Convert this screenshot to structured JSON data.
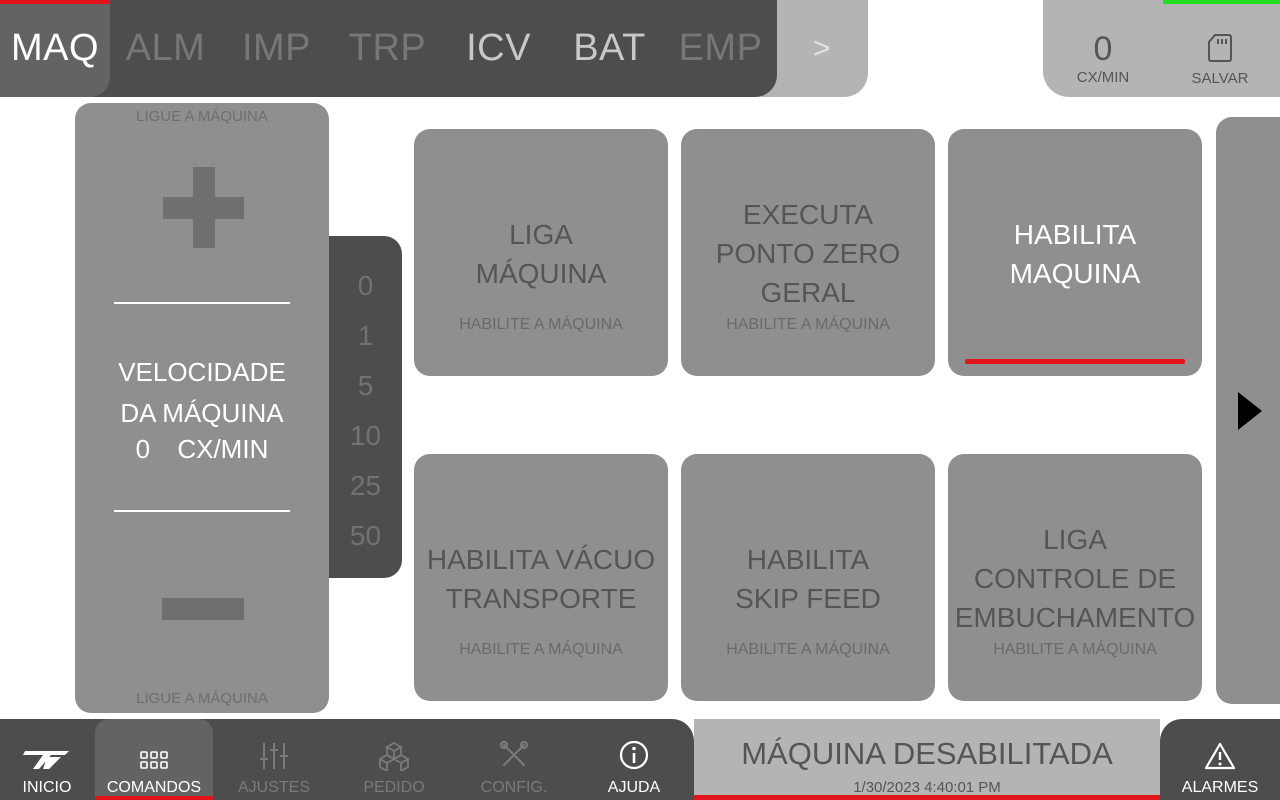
{
  "top_tabs": [
    "MAQ",
    "ALM",
    "IMP",
    "TRP",
    "ICV",
    "BAT",
    "EMP",
    ">"
  ],
  "status": {
    "rate_value": "0",
    "rate_unit": "CX/MIN",
    "save_label": "SALVAR"
  },
  "speed": {
    "hint_top": "LIGUE A MÁQUINA",
    "hint_bottom": "LIGUE A MÁQUINA",
    "title_line1": "VELOCIDADE",
    "title_line2": "DA MÁQUINA",
    "value": "0",
    "unit": "CX/MIN",
    "steps": [
      "0",
      "1",
      "5",
      "10",
      "25",
      "50"
    ]
  },
  "tiles": [
    {
      "line1": "LIGA",
      "line2": "MÁQUINA",
      "hint": "HABILITE A MÁQUINA"
    },
    {
      "line1": "EXECUTA",
      "line2": "PONTO ZERO",
      "line3": "GERAL",
      "hint": "HABILITE A MÁQUINA"
    },
    {
      "line1": "HABILITA",
      "line2": "MAQUINA"
    },
    {
      "line1": "HABILITA VÁCUO",
      "line2": "TRANSPORTE",
      "hint": "HABILITE A MÁQUINA"
    },
    {
      "line1": "HABILITA",
      "line2": "SKIP FEED",
      "hint": "HABILITE A MÁQUINA"
    },
    {
      "line1": "LIGA",
      "line2": "CONTROLE DE",
      "line3": "EMBUCHAMENTO",
      "hint": "HABILITE A MÁQUINA"
    }
  ],
  "bottom_nav": [
    "INICIO",
    "COMANDOS",
    "AJUSTES",
    "PEDIDO",
    "CONFIG.",
    "AJUDA"
  ],
  "machine_status": {
    "title": "MÁQUINA DESABILITADA",
    "timestamp": "1/30/2023 4:40:01 PM"
  },
  "alarms_label": "ALARMES",
  "colors": {
    "accent_red": "#e0141a",
    "ok_green": "#22dd22",
    "panel_gray": "#8f8f8f",
    "dark_gray": "#4d4d4d"
  }
}
